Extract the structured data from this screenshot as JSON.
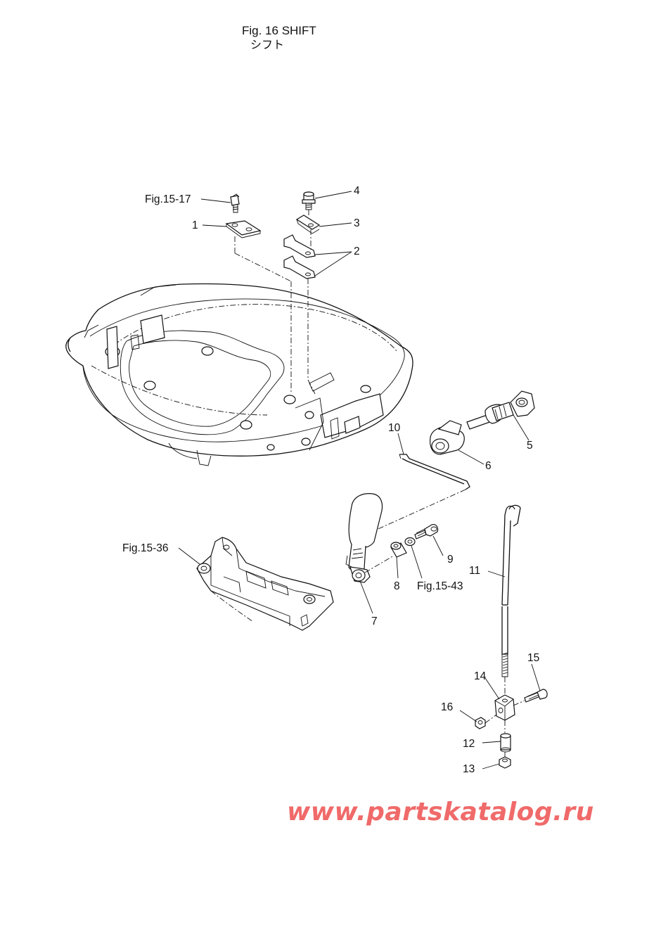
{
  "header": {
    "title": "Fig. 16  SHIFT",
    "title_jp": "シフト"
  },
  "callouts": {
    "ref_15_17": "Fig.15-17",
    "ref_15_36": "Fig.15-36",
    "ref_15_43": "Fig.15-43",
    "p1": "1",
    "p2": "2",
    "p3": "3",
    "p4": "4",
    "p5": "5",
    "p6": "6",
    "p7": "7",
    "p8": "8",
    "p9": "9",
    "p10": "10",
    "p11": "11",
    "p12": "12",
    "p13": "13",
    "p14": "14",
    "p15": "15",
    "p16": "16"
  },
  "watermark": "www.partskatalog.ru",
  "colors": {
    "watermark": "#f06a6a",
    "line": "#111111"
  }
}
